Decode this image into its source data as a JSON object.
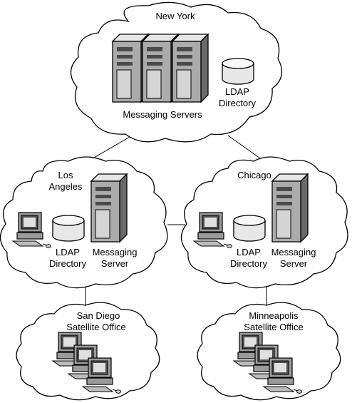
{
  "diagram": {
    "sites": {
      "new_york": {
        "title": "New York",
        "servers_label": "Messaging Servers",
        "ldap_line1": "LDAP",
        "ldap_line2": "Directory"
      },
      "los_angeles": {
        "title_line1": "Los",
        "title_line2": "Angeles",
        "ldap_line1": "LDAP",
        "ldap_line2": "Directory",
        "server_line1": "Messaging",
        "server_line2": "Server"
      },
      "chicago": {
        "title": "Chicago",
        "ldap_line1": "LDAP",
        "ldap_line2": "Directory",
        "server_line1": "Messaging",
        "server_line2": "Server"
      },
      "san_diego": {
        "title_line1": "San Diego",
        "title_line2": "Satellite Office"
      },
      "minneapolis": {
        "title_line1": "Minneapolis",
        "title_line2": "Satellite Office"
      }
    },
    "icons": [
      "server-tower-icon",
      "database-cylinder-icon",
      "workstation-icon"
    ]
  }
}
